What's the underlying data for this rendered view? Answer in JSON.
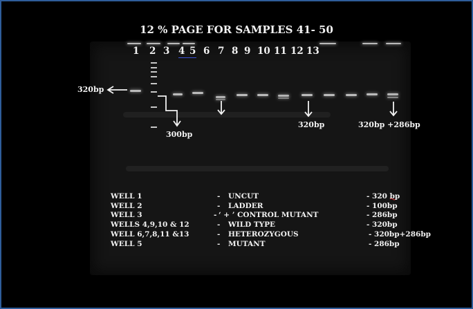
{
  "title": "12 % PAGE FOR SAMPLES 41- 50",
  "lane_numbers": [
    "1",
    "2",
    "3",
    "4",
    "5",
    "6",
    "7",
    "8",
    "9",
    "10",
    "11",
    "12",
    "13"
  ],
  "annotations": {
    "marker_320": "320bp",
    "marker_300": "300bp",
    "lane_320": "320bp",
    "lane_320_286": "320bp +286bp"
  },
  "legend": [
    {
      "well": "WELL 1",
      "dash": "-",
      "desc": "UNCUT",
      "size": "- 320 bp"
    },
    {
      "well": "WELL 2",
      "dash": "-",
      "desc": "LADDER",
      "size": "- 100bp"
    },
    {
      "well": "WELL 3",
      "dash": "-",
      "desc": "‘ + ’ CONTROL MUTANT",
      "size": "- 286bp"
    },
    {
      "well": "WELLS 4,9,10 & 12",
      "dash": "-",
      "desc": "WILD TYPE",
      "size": "- 320bp"
    },
    {
      "well": "WELL 6,7,8,11 &13",
      "dash": "-",
      "desc": "HETEROZYGOUS",
      "size": "- 320bp+286bp"
    },
    {
      "well": "WELL  5",
      "dash": "-",
      "desc": "MUTANT",
      "size": "- 286bp"
    }
  ],
  "colors": {
    "background": "#000000",
    "gel": "#151515",
    "text": "#f2f2f2",
    "frame_border": "#2f5d9a",
    "underline": "#3a4fd6",
    "squiggle": "#e03030"
  }
}
